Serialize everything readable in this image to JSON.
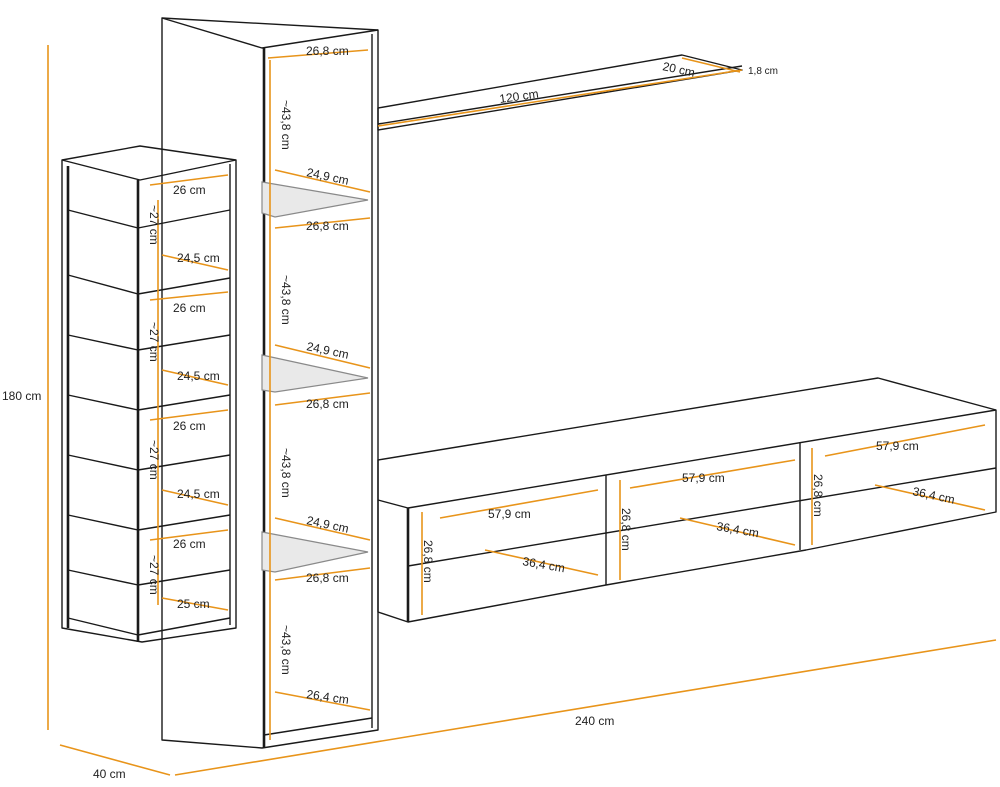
{
  "colors": {
    "dimension": "#e8941a",
    "outline": "#1a1a1a",
    "glass": "#e9e9e9"
  },
  "overall": {
    "height": "180 cm",
    "width": "240 cm",
    "depth": "40 cm"
  },
  "shelf": {
    "length": "120 cm",
    "depth": "20 cm",
    "thickness": "1,8 cm"
  },
  "tall_cabinet": {
    "top_width": "26,8 cm",
    "section_height_1": "~43,8 cm",
    "glass_depth_1": "24,9 cm",
    "glass_width_1": "26,8 cm",
    "section_height_2": "~43,8 cm",
    "glass_depth_2": "24,9 cm",
    "glass_width_2": "26,8 cm",
    "section_height_3": "~43,8 cm",
    "glass_depth_3": "24,9 cm",
    "glass_width_3": "26,8 cm",
    "section_height_4": "~43,8 cm",
    "bottom_depth": "26,4 cm"
  },
  "open_shelf": {
    "w1": "26 cm",
    "h1": "~27 cm",
    "d1": "24,5 cm",
    "w2": "26 cm",
    "h2": "~27 cm",
    "d2": "24,5 cm",
    "w3": "26 cm",
    "h3": "~27 cm",
    "d3": "24,5 cm",
    "w4": "26 cm",
    "h4": "~27 cm",
    "d4": "25 cm"
  },
  "lowboard": {
    "left_height": "26,8 cm",
    "left_width": "57,9 cm",
    "left_depth": "36,4 cm",
    "mid_height": "26,8 cm",
    "mid_width": "57,9 cm",
    "mid_depth": "36,4 cm",
    "right_height": "26,8 cm",
    "right_width": "57,9 cm",
    "right_depth": "36,4 cm"
  }
}
